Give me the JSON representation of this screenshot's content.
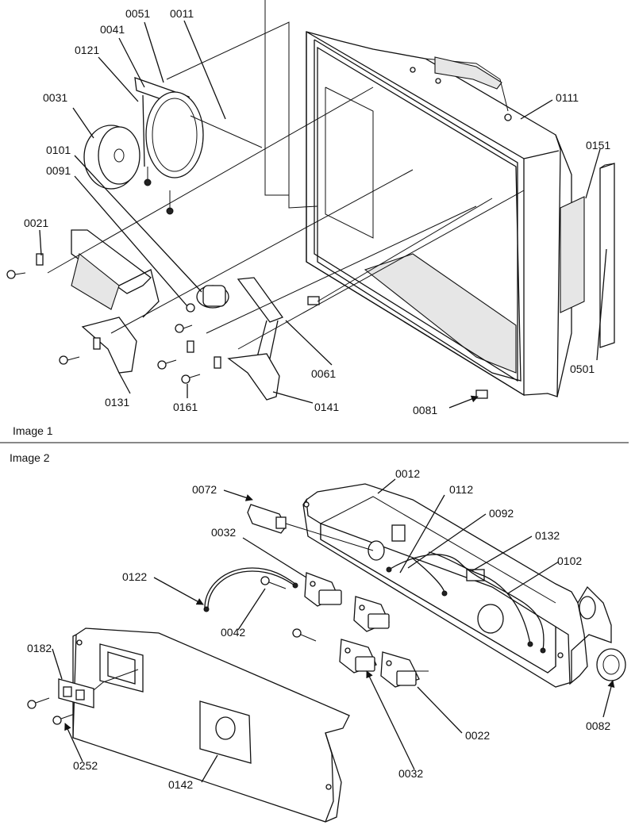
{
  "panels": [
    {
      "caption": "Image 1",
      "callouts": [
        "0051",
        "0011",
        "0041",
        "0121",
        "0031",
        "0101",
        "0091",
        "0021",
        "0111",
        "0151",
        "0131",
        "0161",
        "0141",
        "0061",
        "0081",
        "0501"
      ]
    },
    {
      "caption": "Image 2",
      "callouts": [
        "0072",
        "0012",
        "0112",
        "0092",
        "0032",
        "0132",
        "0102",
        "0122",
        "0042",
        "0182",
        "0252",
        "0142",
        "0032",
        "0022",
        "0082"
      ]
    }
  ]
}
